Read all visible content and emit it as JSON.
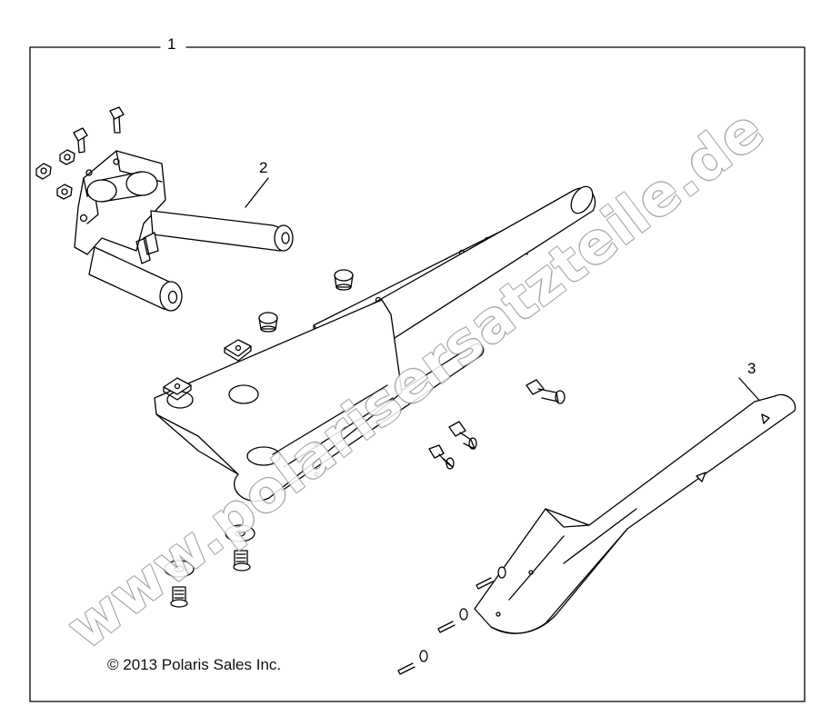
{
  "callouts": {
    "assembly": "1",
    "bracket": "2",
    "guard": "3"
  },
  "copyright": "© 2013 Polaris Sales Inc.",
  "watermark": "www.polarisersatzteile.de",
  "icons": [
    "bracket-2-icon",
    "rail-assembly-icon",
    "guard-3-icon",
    "bolt-icon",
    "nut-icon",
    "washer-icon",
    "rivet-icon"
  ]
}
